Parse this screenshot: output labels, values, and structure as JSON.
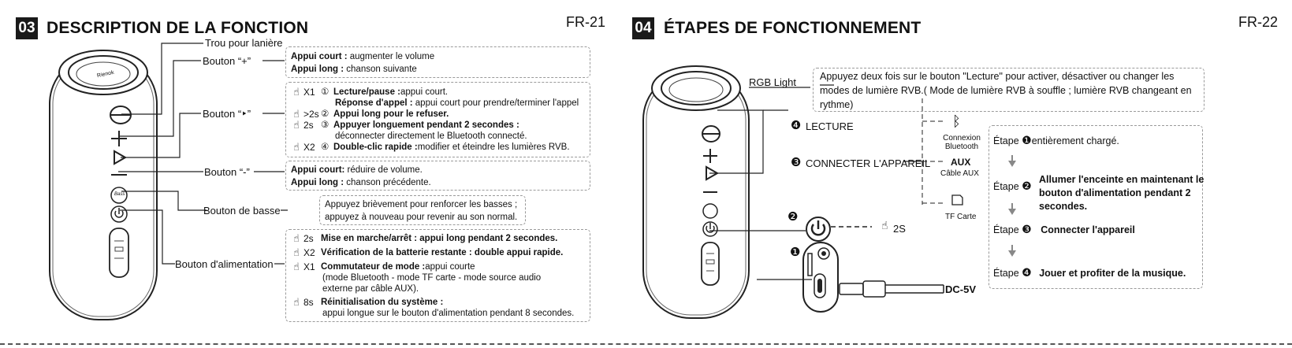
{
  "left": {
    "badge": "03",
    "title": "DESCRIPTION DE LA FONCTION",
    "page": "FR-21",
    "labels": {
      "lanyard": "Trou pour lanière",
      "plus": "Bouton “+”",
      "play": "Bouton “‣”",
      "minus": "Bouton “-”",
      "bass": "Bouton de basse",
      "power": "Bouton d'alimentation"
    },
    "box_plus": {
      "l1_b": "Appui court :",
      "l1": " augmenter le volume",
      "l2_b": "Appui long :",
      "l2": " chanson suivante"
    },
    "box_play": {
      "r1_cnt": "X1",
      "r1_num": "①",
      "r1_b": "Lecture/pause :",
      "r1": " appui court.",
      "r1s_b": "Réponse d'appel :",
      "r1s": " appui court pour prendre/terminer l'appel",
      "r2_cnt": ">2s",
      "r2_num": "②",
      "r2_b": "Appui long pour le refuser.",
      "r3_cnt": "2s",
      "r3_num": "③",
      "r3_b": "Appuyer longuement pendant 2 secondes :",
      "r3s": "déconnecter directement le Bluetooth connecté.",
      "r4_cnt": "X2",
      "r4_num": "④",
      "r4_b": "Double-clic rapide :",
      "r4": " modifier et éteindre les lumières RVB."
    },
    "box_minus": {
      "l1_b": "Appui court:",
      "l1": " réduire de volume.",
      "l2_b": "Appui long :",
      "l2": " chanson précédente."
    },
    "box_bass": {
      "l1": "Appuyez brièvement pour renforcer les basses ;",
      "l2": "appuyez à nouveau pour revenir au son normal."
    },
    "box_power": {
      "r1_cnt": "2s",
      "r1_b": "Mise en marche/arrêt : appui long pendant 2 secondes.",
      "r2_cnt": "X2",
      "r2_b": "Vérification de la batterie restante : double appui rapide.",
      "r3_cnt": "X1",
      "r3_b": "Commutateur de mode :",
      "r3": " appui courte",
      "r3s1": "(mode Bluetooth - mode TF carte - mode source audio",
      "r3s2": "externe par câble AUX).",
      "r4_cnt": "8s",
      "r4_b": "Réinitialisation du système :",
      "r4s": "appui longue sur le bouton d'alimentation pendant 8 secondes."
    },
    "speaker_logo": "Rienok",
    "bass_label": "Bass"
  },
  "right": {
    "badge": "04",
    "title": "ÉTAPES DE FONCTIONNEMENT",
    "page": "FR-22",
    "rgb_label": "RGB Light",
    "rgb_box": {
      "l1": "Appuyez deux fois sur le bouton \"Lecture\" pour activer, désactiver ou changer les",
      "l2": "modes de lumière RVB.( Mode de lumière RVB à souffle ; lumière RVB changeant en",
      "l3": "rythme)"
    },
    "lecture": "LECTURE",
    "connect": "CONNECTER L'APPAREIL",
    "bt_label1": "Connexion",
    "bt_label2": "Bluetooth",
    "aux_title": "AUX",
    "aux_label": "Câble AUX",
    "tf_label": "TF Carte",
    "hold": "2S",
    "dc": "DC-5V",
    "markers": {
      "four": "❹",
      "three": "❸",
      "two": "❷",
      "one": "❶"
    },
    "steps": {
      "s1_label": "Étape",
      "s1_num": "❶",
      "s1": "entièrement chargé.",
      "s2_label": "Étape",
      "s2_num": "❷",
      "s2_l1": "Allumer l'enceinte en maintenant le",
      "s2_l2": "bouton d'alimentation pendant 2",
      "s2_l3": "secondes.",
      "s3_label": "Étape",
      "s3_num": "❸",
      "s3": "Connecter l'appareil",
      "s4_label": "Étape",
      "s4_num": "❹",
      "s4": "Jouer et profiter de la musique."
    }
  },
  "icons": {
    "hand": "hand-press-icon",
    "bluetooth": "bluetooth-icon",
    "power": "power-icon",
    "usb": "usb-c-cable-icon",
    "sdcard": "sd-card-icon"
  },
  "colors": {
    "ink": "#111111",
    "badge": "#1a1a1a",
    "dash": "#9a9a9a"
  }
}
